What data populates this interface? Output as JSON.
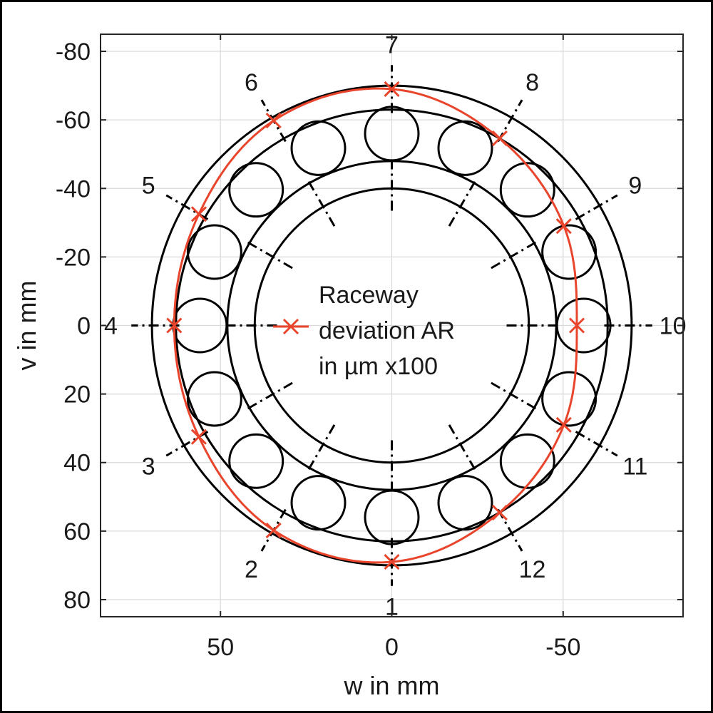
{
  "chart_data": {
    "type": "scatter",
    "xlabel": "w in mm",
    "ylabel": "v in mm",
    "xlim": [
      85,
      -85
    ],
    "ylim": [
      -85,
      85
    ],
    "x_axis_reversed": true,
    "y_axis_reversed": true,
    "xticks": [
      50,
      0,
      -50
    ],
    "xtick_labels": [
      "50",
      "0",
      "-50"
    ],
    "yticks": [
      -80,
      -60,
      -40,
      -20,
      0,
      20,
      40,
      60,
      80
    ],
    "ytick_labels": [
      "-80",
      "-60",
      "-40",
      "-20",
      "0",
      "20",
      "40",
      "60",
      "80"
    ],
    "grid": true,
    "legend": {
      "entries": [
        "Raceway deviation AR in µm x100"
      ],
      "lines": [
        "Raceway",
        "deviation AR",
        "in µm x100"
      ],
      "placement": "center"
    },
    "series": [
      {
        "name": "Raceway deviation AR in µm x100",
        "color": "#e8452c",
        "marker": "x",
        "points": [
          {
            "label": "1",
            "angle_deg": 90,
            "r": 69,
            "w": 0,
            "v": 69
          },
          {
            "label": "2",
            "angle_deg": 120,
            "r": 69,
            "w": 34.5,
            "v": 59.8
          },
          {
            "label": "3",
            "angle_deg": 150,
            "r": 65,
            "w": 56.3,
            "v": 32.5
          },
          {
            "label": "4",
            "angle_deg": 180,
            "r": 63.5,
            "w": 63.5,
            "v": 0
          },
          {
            "label": "5",
            "angle_deg": 210,
            "r": 65,
            "w": 56.3,
            "v": -32.5
          },
          {
            "label": "6",
            "angle_deg": 240,
            "r": 69,
            "w": 34.5,
            "v": -59.8
          },
          {
            "label": "7",
            "angle_deg": 270,
            "r": 69,
            "w": 0,
            "v": -69
          },
          {
            "label": "8",
            "angle_deg": 300,
            "r": 63,
            "w": -31.5,
            "v": -54.6
          },
          {
            "label": "9",
            "angle_deg": 330,
            "r": 58,
            "w": -50.2,
            "v": -29
          },
          {
            "label": "10",
            "angle_deg": 0,
            "r": 54,
            "w": -54,
            "v": 0
          },
          {
            "label": "11",
            "angle_deg": 30,
            "r": 58,
            "w": -50.2,
            "v": 29
          },
          {
            "label": "12",
            "angle_deg": 60,
            "r": 63,
            "w": -31.5,
            "v": 54.6
          }
        ]
      }
    ],
    "bearing": {
      "outer_ring_outer_r": 70,
      "outer_ring_inner_r": 63,
      "inner_ring_outer_r": 48,
      "inner_ring_inner_r": 40,
      "roller_count": 16,
      "roller_pitch_r": 56,
      "roller_r": 7.8,
      "line_color": "#000000"
    },
    "position_labels": [
      "1",
      "2",
      "3",
      "4",
      "5",
      "6",
      "7",
      "8",
      "9",
      "10",
      "11",
      "12"
    ]
  }
}
